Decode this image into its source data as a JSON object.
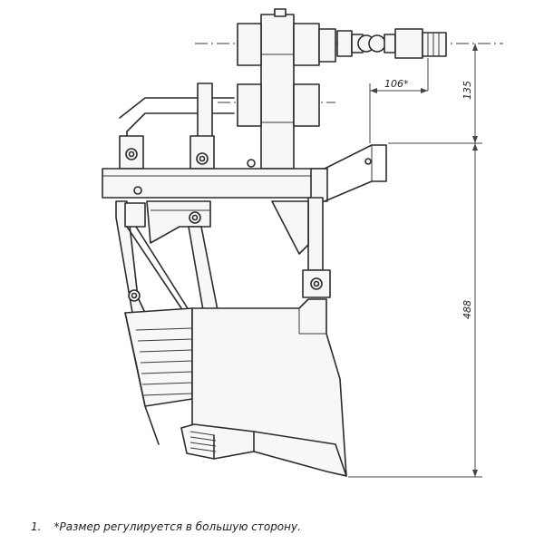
{
  "dimensions": {
    "top": "106*",
    "right_upper": "135",
    "right_main": "488"
  },
  "note": {
    "number": "1.",
    "text": "*Размер регулируется в большую сторону."
  }
}
